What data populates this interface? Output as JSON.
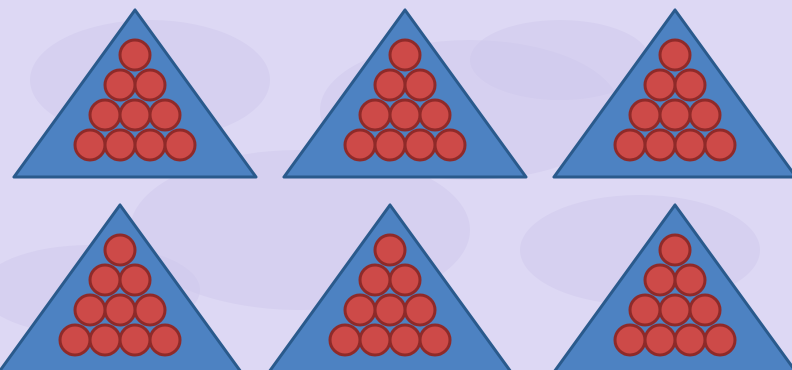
{
  "colors": {
    "background": "#ddd8f4",
    "background_pattern": "#cfc8ea",
    "triangle_fill": "#4d82c2",
    "triangle_stroke": "#2a5a8c",
    "ball_fill": "#cd4a48",
    "ball_stroke": "#8f2a29"
  },
  "icons": {
    "group": "triangle-of-balls-icon",
    "ball": "red-ball-icon"
  },
  "groups": [
    {
      "rows": [
        1,
        2,
        3,
        4
      ]
    },
    {
      "rows": [
        1,
        2,
        3,
        4
      ]
    },
    {
      "rows": [
        1,
        2,
        3,
        4
      ]
    },
    {
      "rows": [
        1,
        2,
        3,
        4
      ]
    },
    {
      "rows": [
        1,
        2,
        3,
        4
      ]
    },
    {
      "rows": [
        1,
        2,
        3,
        4
      ]
    }
  ]
}
